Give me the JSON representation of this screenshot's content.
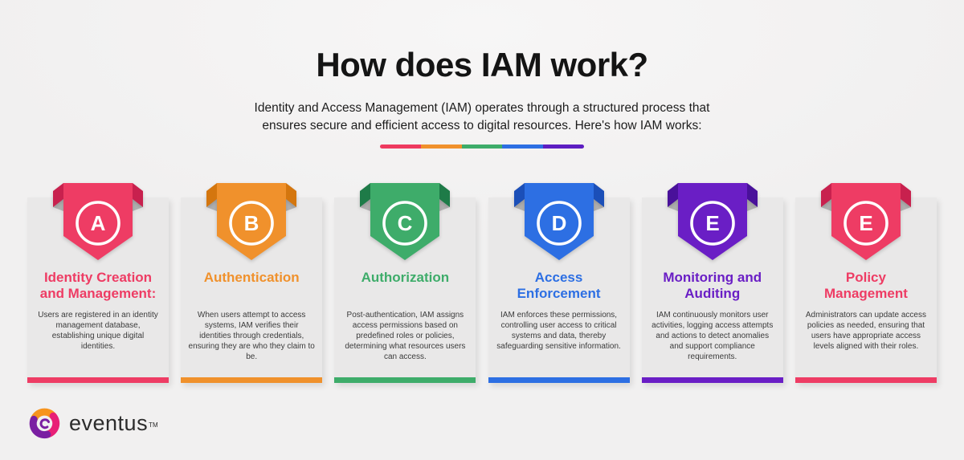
{
  "header": {
    "title": "How does IAM work?",
    "subtitle_line1": "Identity and Access Management (IAM) operates through a structured process that",
    "subtitle_line2": "ensures secure and efficient access to digital resources. Here's how IAM works:",
    "divider_colors": [
      "#ee3a5f",
      "#f0912c",
      "#3eac6a",
      "#2d6fe3",
      "#5d1ec2"
    ]
  },
  "cards": [
    {
      "letter": "A",
      "color": "#ee3c64",
      "dark": "#c8214e",
      "title": "Identity Creation and Management:",
      "body": "Users are registered in an identity management database, establishing unique digital identities."
    },
    {
      "letter": "B",
      "color": "#f0912c",
      "dark": "#d4760e",
      "title": "Authentication",
      "body": "When users attempt to access systems, IAM verifies their identities through credentials, ensuring they are who they claim to be."
    },
    {
      "letter": "C",
      "color": "#3eac6a",
      "dark": "#1e7b48",
      "title": "Authorization",
      "body": "Post-authentication, IAM assigns access permissions based on predefined roles or policies, determining what resources users can access."
    },
    {
      "letter": "D",
      "color": "#2d6fe3",
      "dark": "#1b4fb8",
      "title": "Access Enforcement",
      "body": "IAM enforces these permissions, controlling user access to critical systems and data, thereby safeguarding sensitive information."
    },
    {
      "letter": "E",
      "color": "#6a1ec5",
      "dark": "#49119a",
      "title": "Monitoring and Auditing",
      "body": "IAM continuously monitors user activities, logging access attempts and actions to detect anomalies and support compliance requirements."
    },
    {
      "letter": "E",
      "color": "#ee3c64",
      "dark": "#c8214e",
      "title": "Policy Management",
      "body": "Administrators can update access policies as needed, ensuring that users have appropriate access levels aligned with their roles."
    }
  ],
  "logo": {
    "text": "eventus",
    "tm": "TM"
  }
}
